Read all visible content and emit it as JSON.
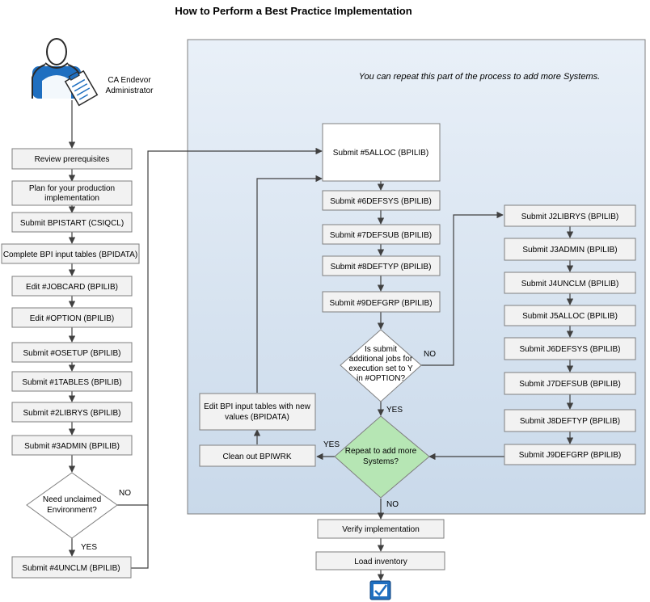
{
  "title": "How to Perform a Best Practice Implementation",
  "role": {
    "line1": "CA Endevor",
    "line2": "Administrator"
  },
  "panel_note": "You can repeat this part of the process to add more Systems.",
  "left_steps": [
    "Review prerequisites",
    "Plan for your production",
    "implementation",
    "Submit BPISTART (CSIQCL)",
    "Complete BPI input tables (BPIDATA)",
    "Edit #JOBCARD (BPILIB)",
    "Edit #OPTION (BPILIB)",
    "Submit #OSETUP (BPILIB)",
    "Submit #1TABLES (BPILIB)",
    "Submit #2LIBRYS (BPILIB)",
    "Submit #3ADMIN (BPILIB)"
  ],
  "decision1": {
    "line1": "Need unclaimed",
    "line2": "Environment?",
    "no": "NO",
    "yes": "YES"
  },
  "submit_unclm": "Submit #4UNCLM (BPILIB)",
  "middle_steps": [
    "Submit #5ALLOC (BPILIB)",
    "Submit #6DEFSYS (BPILIB)",
    "Submit #7DEFSUB (BPILIB)",
    "Submit #8DEFTYP (BPILIB)",
    "Submit #9DEFGRP (BPILIB)"
  ],
  "decision2": {
    "line1": "Is submit",
    "line2": "additional jobs for",
    "line3": "execution set to Y",
    "line4": "in #OPTION?",
    "no": "NO",
    "yes": "YES"
  },
  "right_steps": [
    "Submit J2LIBRYS (BPILIB)",
    "Submit J3ADMIN (BPILIB)",
    "Submit J4UNCLM (BPILIB)",
    "Submit J5ALLOC (BPILIB)",
    "Submit J6DEFSYS (BPILIB)",
    "Submit J7DEFSUB (BPILIB)",
    "Submit J8DEFTYP (BPILIB)",
    "Submit J9DEFGRP (BPILIB)"
  ],
  "decision3": {
    "line1": "Repeat to add more",
    "line2": "Systems?",
    "yes": "YES",
    "no": "NO"
  },
  "edit_tables": {
    "line1": "Edit BPI input tables with new",
    "line2": "values (BPIDATA)"
  },
  "clean_out": "Clean out BPIWRK",
  "verify": "Verify implementation",
  "load": "Load inventory",
  "colors": {
    "panel_fill": "#d7e3f0",
    "decision_green": "#b6e6b4",
    "icon_blue": "#1f6fc0",
    "connector": "#404040"
  }
}
